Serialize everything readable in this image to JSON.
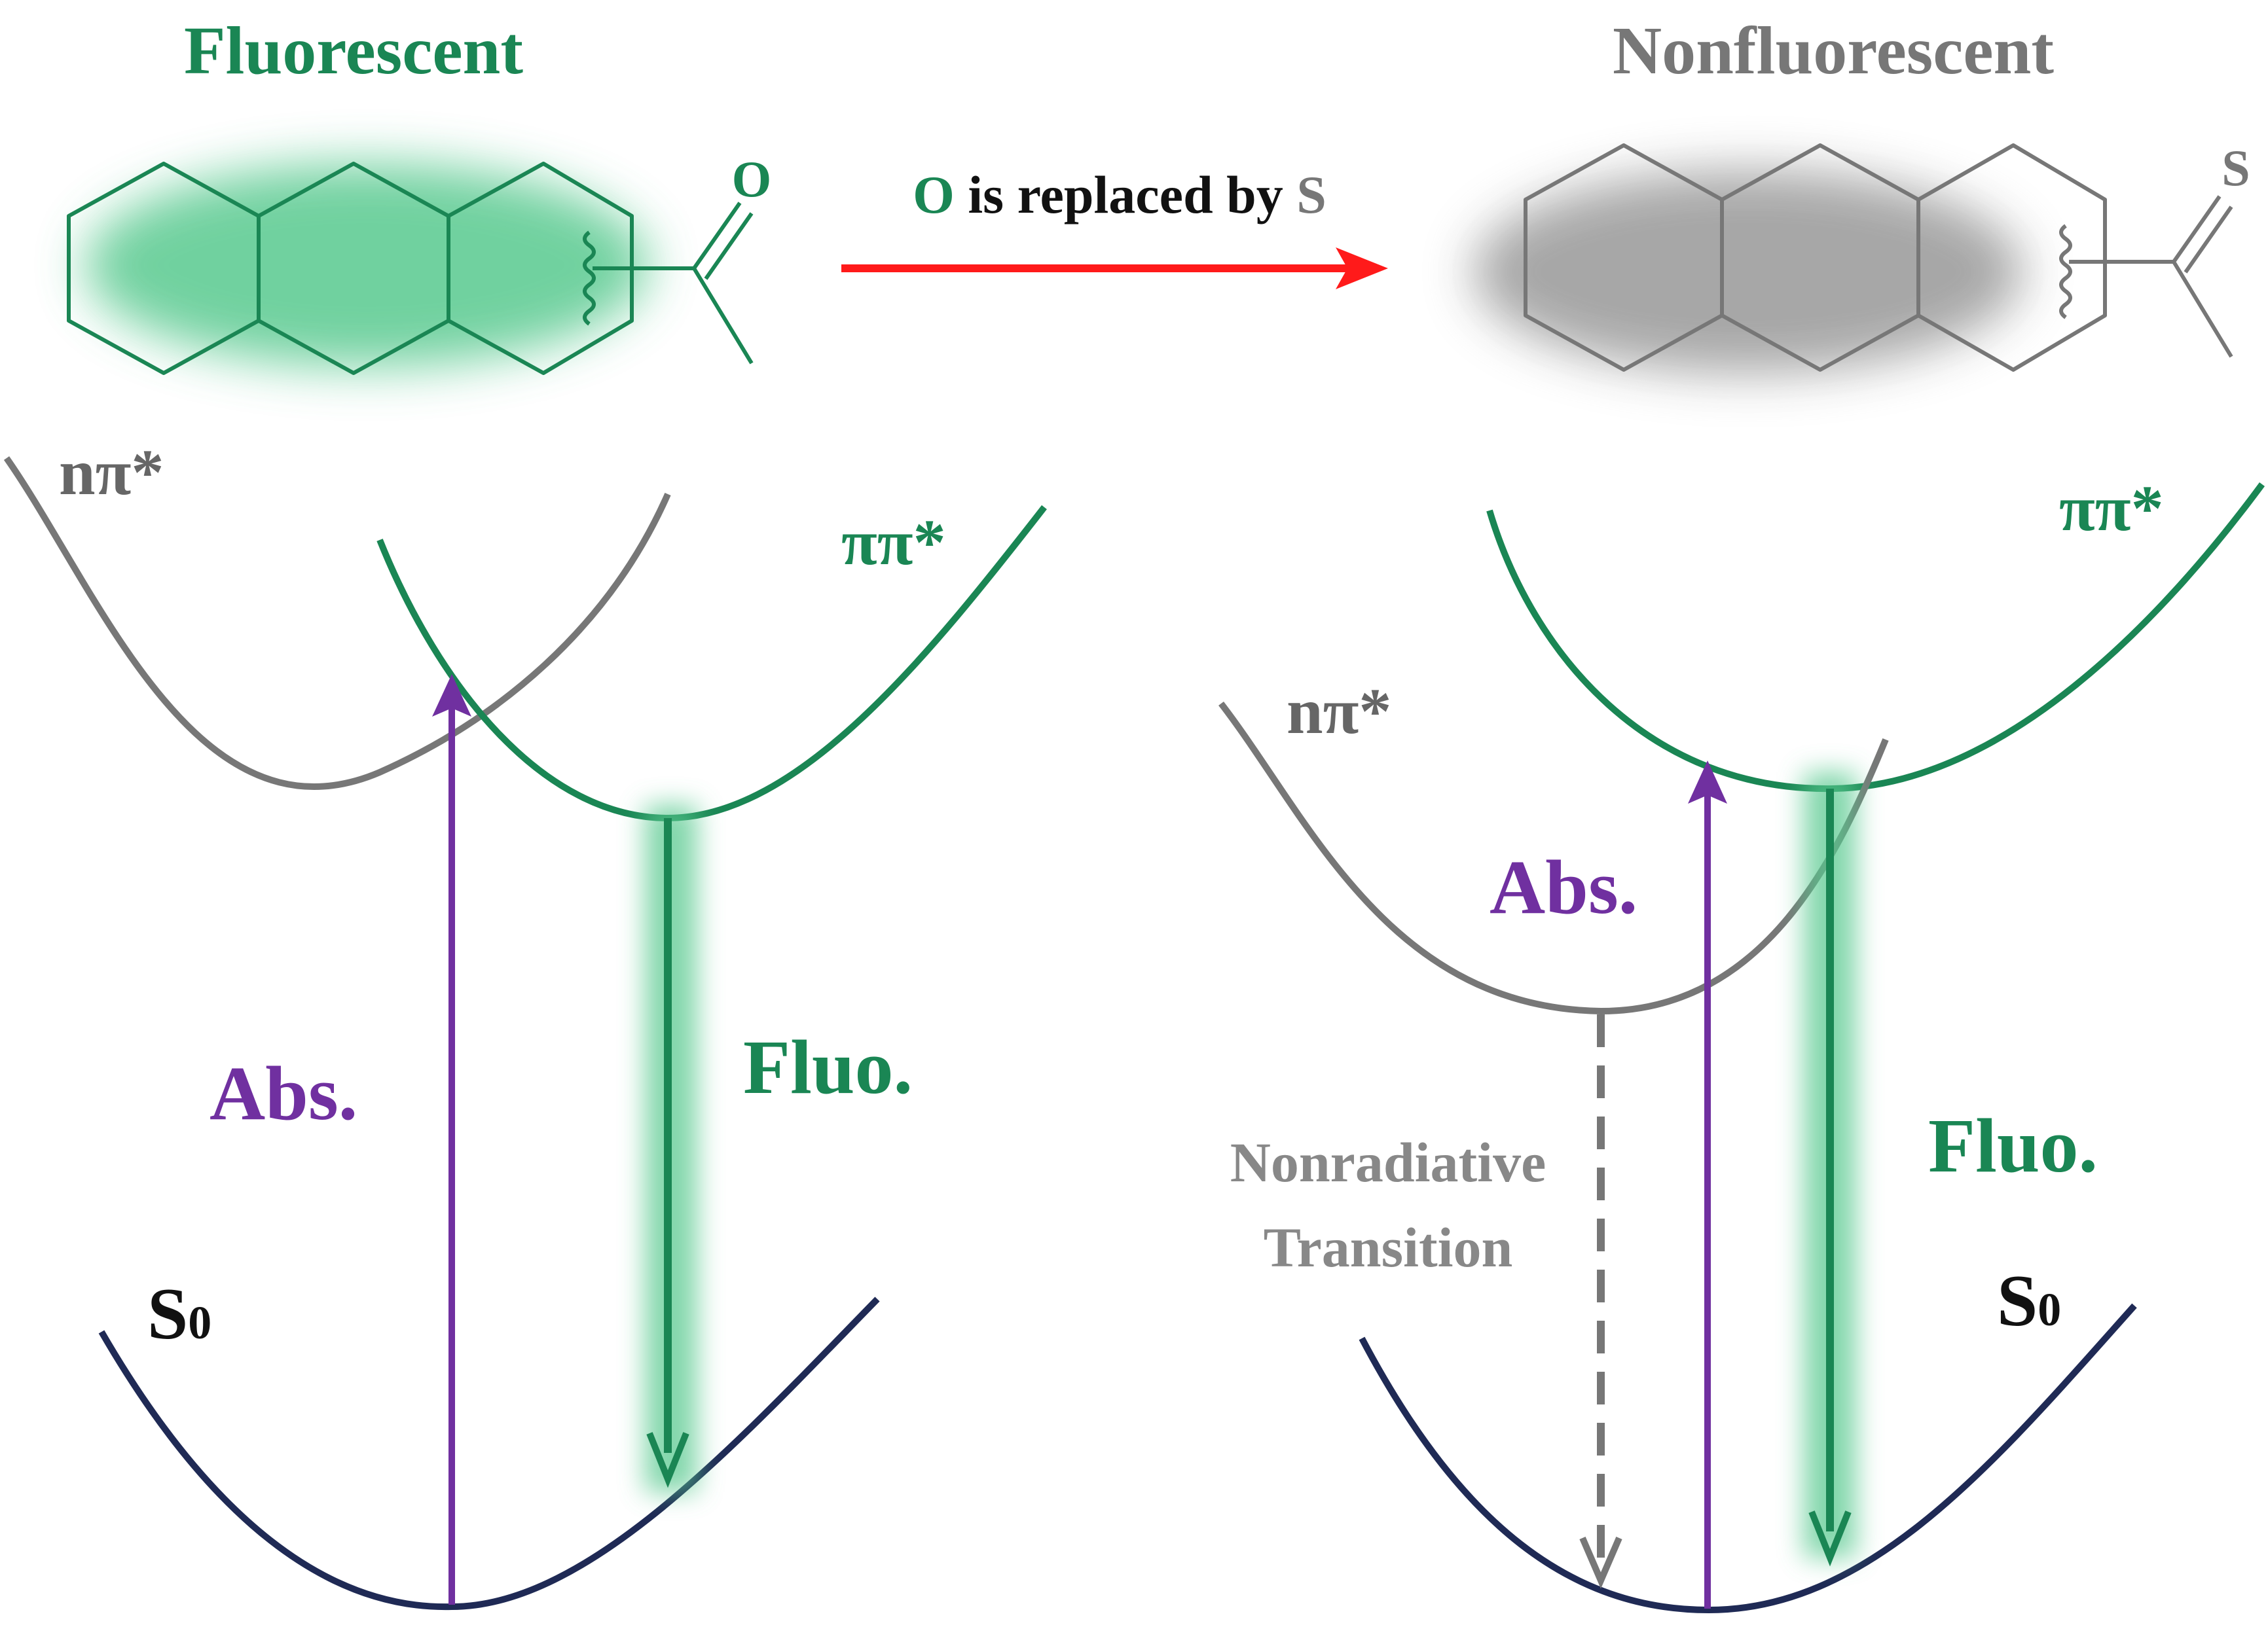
{
  "colors": {
    "green": "#1a8654",
    "gray": "#777777",
    "purple": "#7030a0",
    "navy": "#1f2a55",
    "red": "#ff1a1a",
    "black": "#111111",
    "glow_green": "#58c98f",
    "glow_gray": "#a3a3a3"
  },
  "left_panel": {
    "title": "Fluorescent",
    "substituent_atom": "O",
    "n_pi_label": "nπ*",
    "pi_pi_label": "ππ*",
    "s0_label": "S",
    "s0_sub": "0",
    "abs_label": "Abs.",
    "fluo_label": "Fluo."
  },
  "reaction": {
    "atom_from": "O",
    "middle_text": " is replaced by ",
    "atom_to": "S"
  },
  "right_panel": {
    "title": "Nonfluorescent",
    "substituent_atom": "S",
    "n_pi_label": "nπ*",
    "pi_pi_label": "ππ*",
    "s0_label": "S",
    "s0_sub": "0",
    "abs_label": "Abs.",
    "fluo_label": "Fluo.",
    "nonrad_line1": "Nonradiative",
    "nonrad_line2": "Transition"
  }
}
